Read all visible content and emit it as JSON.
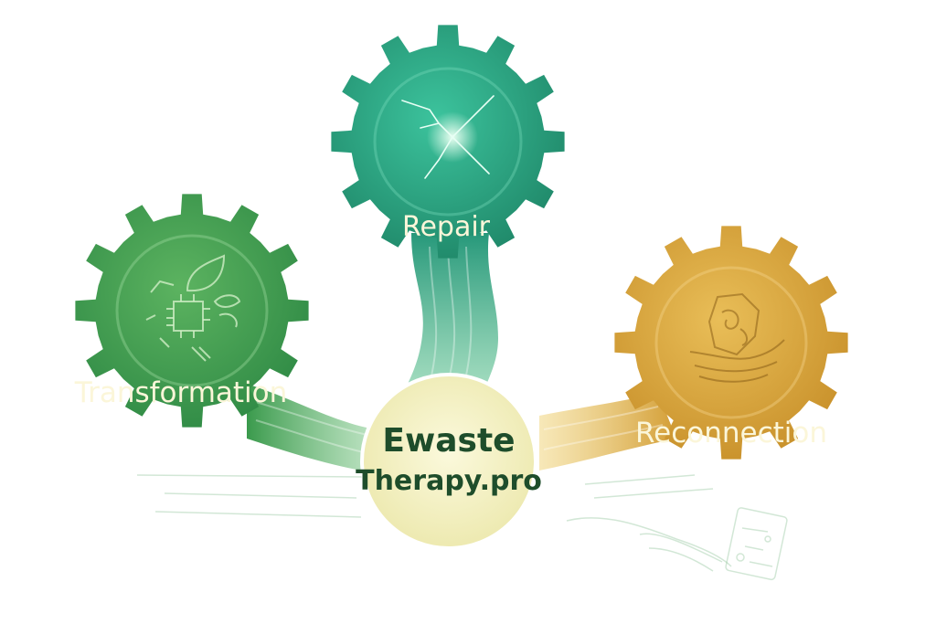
{
  "center": {
    "line1": "Ewaste",
    "line2": "Therapy.pro"
  },
  "gears": {
    "repair": {
      "label": "Repair",
      "color": "#2a9a7a",
      "icon": "cracked-screen-icon"
    },
    "transformation": {
      "label": "Transformation",
      "color": "#3f9a4c",
      "icon": "circuit-leaf-icon"
    },
    "reconnection": {
      "label": "Reconnection",
      "color": "#d9a53a",
      "icon": "hand-holding-gem-icon"
    }
  },
  "colors": {
    "center_fill": "#f6f3c8",
    "center_text": "#1e4d2b",
    "label_text": "#fbf6d9"
  }
}
